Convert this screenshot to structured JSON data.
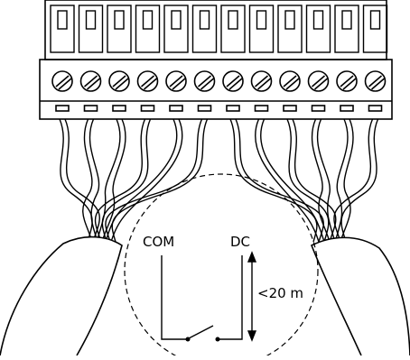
{
  "diagram": {
    "terminal_block": {
      "terminal_count": 12
    },
    "labels": {
      "com": "COM",
      "dc": "DC",
      "distance": "<20 m"
    },
    "colors": {
      "line": "#000000",
      "background": "#ffffff"
    },
    "icons": [
      "screw-terminal-icon",
      "switch-contact-icon",
      "dimension-arrow-icon"
    ]
  }
}
